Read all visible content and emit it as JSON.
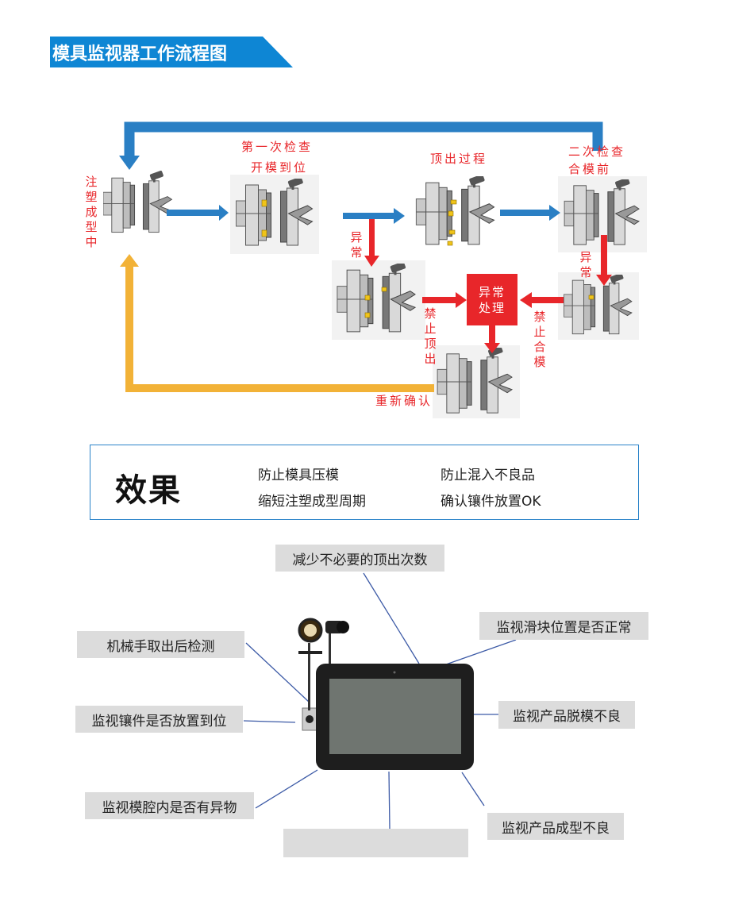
{
  "header": {
    "title": "模具监视器工作流程图",
    "banner_color": "#0e86d4"
  },
  "flow": {
    "injection": "注塑成型中",
    "first_check_line1": "第一次检查",
    "first_check_line2": "开模到位",
    "ejection": "顶出过程",
    "second_check_line1": "二次检查",
    "second_check_line2": "合模前",
    "abnormal_left": "异常",
    "abnormal_right": "异常",
    "error_handling_line1": "异常",
    "error_handling_line2": "处理",
    "stop_ejection": "禁止顶出",
    "stop_closing": "禁止合模",
    "reconfirm": "重新确认",
    "colors": {
      "normal": "#2a7fc4",
      "abnormal": "#e8262a",
      "return": "#f2b237"
    }
  },
  "effects": {
    "title": "效果",
    "items": [
      "防止模具压模",
      "缩短注塑成型周期",
      "防止混入不良品",
      "确认镶件放置OK"
    ]
  },
  "callouts": [
    "减少不必要的顶出次数",
    "监视滑块位置是否正常",
    "机械手取出后检测",
    "监视镶件是否放置到位",
    "监视产品脱模不良",
    "监视模腔内是否有异物",
    "监视产品成型不良",
    ""
  ]
}
